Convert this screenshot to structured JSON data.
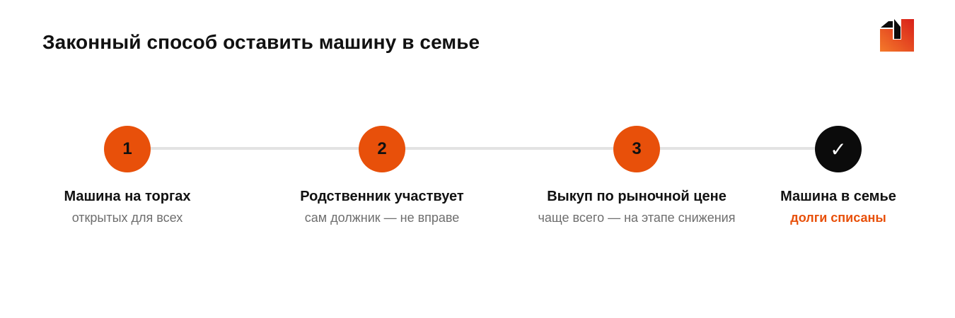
{
  "header": {
    "title": "Законный способ оставить машину в семье",
    "logo_icon": "brand-logo-icon"
  },
  "colors": {
    "accent": "#e8500a",
    "final_step": "#0b0b0b",
    "track": "#e3e3e3",
    "subtitle": "#6e6e6e"
  },
  "steps": [
    {
      "marker": "1",
      "title": "Машина на торгах",
      "subtitle": "открытых для всех"
    },
    {
      "marker": "2",
      "title": "Родственник участвует",
      "subtitle": "сам должник — не вправе"
    },
    {
      "marker": "3",
      "title": "Выкуп по рыночной цене",
      "subtitle": "чаще всего — на этапе снижения"
    },
    {
      "marker": "✓",
      "marker_icon": "checkmark-icon",
      "title": "Машина в семье",
      "subtitle": "долги списаны"
    }
  ]
}
